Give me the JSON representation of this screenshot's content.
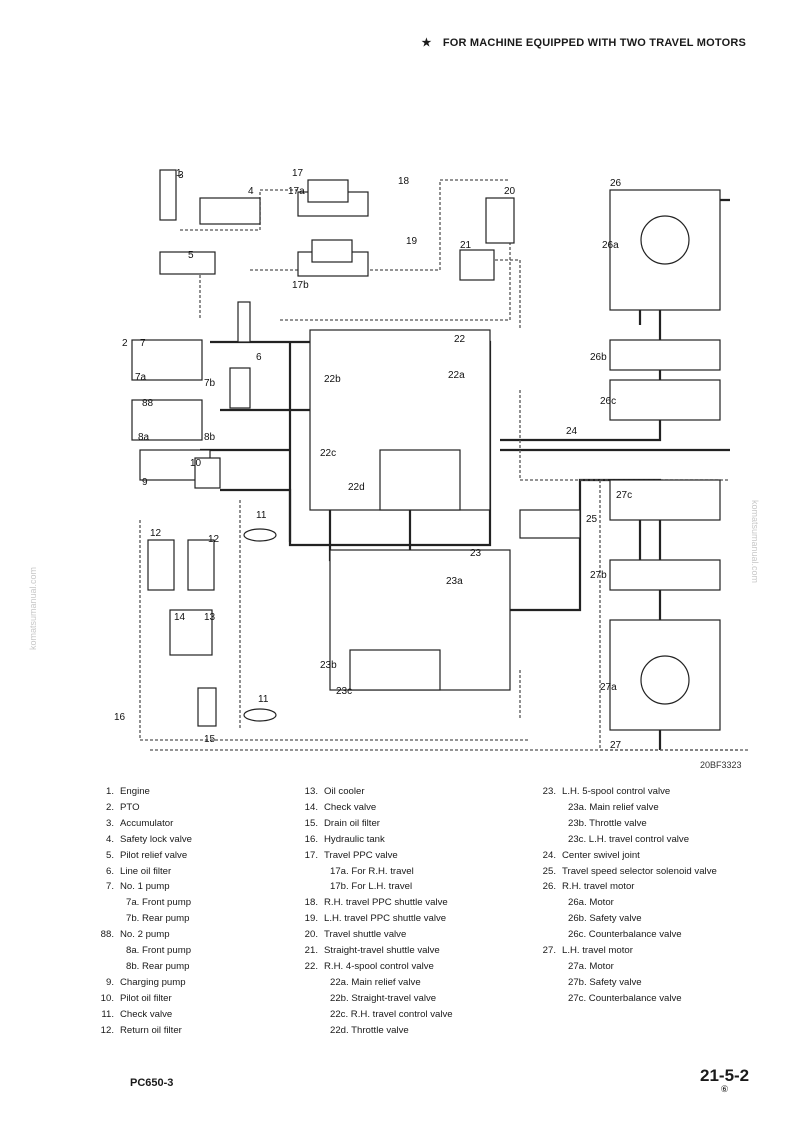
{
  "header": {
    "star": "★",
    "title": "FOR MACHINE EQUIPPED WITH TWO TRAVEL MOTORS"
  },
  "diagram": {
    "code": "20BF3323",
    "labels": [
      "1",
      "2",
      "3",
      "4",
      "5",
      "6",
      "7",
      "7a",
      "7b",
      "88",
      "8a",
      "8b",
      "9",
      "10",
      "11",
      "11",
      "12",
      "12",
      "13",
      "14",
      "15",
      "16",
      "17",
      "17a",
      "17b",
      "18",
      "19",
      "20",
      "21",
      "22",
      "22a",
      "22b",
      "22c",
      "22d",
      "23",
      "23a",
      "23b",
      "23c",
      "24",
      "25",
      "26",
      "26a",
      "26b",
      "26c",
      "27",
      "27a",
      "27b",
      "27c"
    ]
  },
  "legend": {
    "col1": [
      {
        "num": "1.",
        "text": "Engine"
      },
      {
        "num": "2.",
        "text": "PTO"
      },
      {
        "num": "3.",
        "text": "Accumulator"
      },
      {
        "num": "4.",
        "text": "Safety lock valve"
      },
      {
        "num": "5.",
        "text": "Pilot relief valve"
      },
      {
        "num": "6.",
        "text": "Line oil filter"
      },
      {
        "num": "7.",
        "text": "No. 1 pump"
      },
      {
        "num": "",
        "text": "7a.  Front pump"
      },
      {
        "num": "",
        "text": "7b.  Rear pump"
      },
      {
        "num": "88.",
        "text": "No. 2 pump"
      },
      {
        "num": "",
        "text": "8a.  Front pump"
      },
      {
        "num": "",
        "text": "8b.  Rear pump"
      },
      {
        "num": "9.",
        "text": "Charging pump"
      },
      {
        "num": "10.",
        "text": "Pilot oil filter"
      },
      {
        "num": "11.",
        "text": "Check valve"
      },
      {
        "num": "12.",
        "text": "Return oil filter"
      }
    ],
    "col2": [
      {
        "num": "13.",
        "text": "Oil cooler"
      },
      {
        "num": "14.",
        "text": "Check valve"
      },
      {
        "num": "15.",
        "text": "Drain oil filter"
      },
      {
        "num": "16.",
        "text": "Hydraulic tank"
      },
      {
        "num": "17.",
        "text": "Travel PPC valve"
      },
      {
        "num": "",
        "text": "17a.  For R.H. travel"
      },
      {
        "num": "",
        "text": "17b.  For L.H. travel"
      },
      {
        "num": "18.",
        "text": "R.H. travel PPC shuttle valve"
      },
      {
        "num": "19.",
        "text": "L.H. travel PPC shuttle valve"
      },
      {
        "num": "20.",
        "text": "Travel shuttle valve"
      },
      {
        "num": "21.",
        "text": "Straight-travel shuttle valve"
      },
      {
        "num": "22.",
        "text": "R.H. 4-spool control valve"
      },
      {
        "num": "",
        "text": "22a.  Main relief valve"
      },
      {
        "num": "",
        "text": "22b.  Straight-travel valve"
      },
      {
        "num": "",
        "text": "22c.  R.H. travel control valve"
      },
      {
        "num": "",
        "text": "22d.  Throttle valve"
      }
    ],
    "col3": [
      {
        "num": "23.",
        "text": "L.H. 5-spool control valve"
      },
      {
        "num": "",
        "text": "23a.  Main relief valve"
      },
      {
        "num": "",
        "text": "23b.  Throttle valve"
      },
      {
        "num": "",
        "text": "23c.  L.H. travel control valve"
      },
      {
        "num": "24.",
        "text": "Center swivel joint"
      },
      {
        "num": "25.",
        "text": "Travel speed selector solenoid valve"
      },
      {
        "num": "26.",
        "text": "R.H. travel motor"
      },
      {
        "num": "",
        "text": "26a.  Motor"
      },
      {
        "num": "",
        "text": "26b.  Safety valve"
      },
      {
        "num": "",
        "text": "26c.  Counterbalance valve"
      },
      {
        "num": "27.",
        "text": "L.H. travel motor"
      },
      {
        "num": "",
        "text": "27a.  Motor"
      },
      {
        "num": "",
        "text": "27b.  Safety valve"
      },
      {
        "num": "",
        "text": "27c.  Counterbalance valve"
      }
    ]
  },
  "footer": {
    "model": "PC650-3",
    "page": "21-5-2",
    "mark": "⑥"
  },
  "watermark": "komatsumanual.com"
}
